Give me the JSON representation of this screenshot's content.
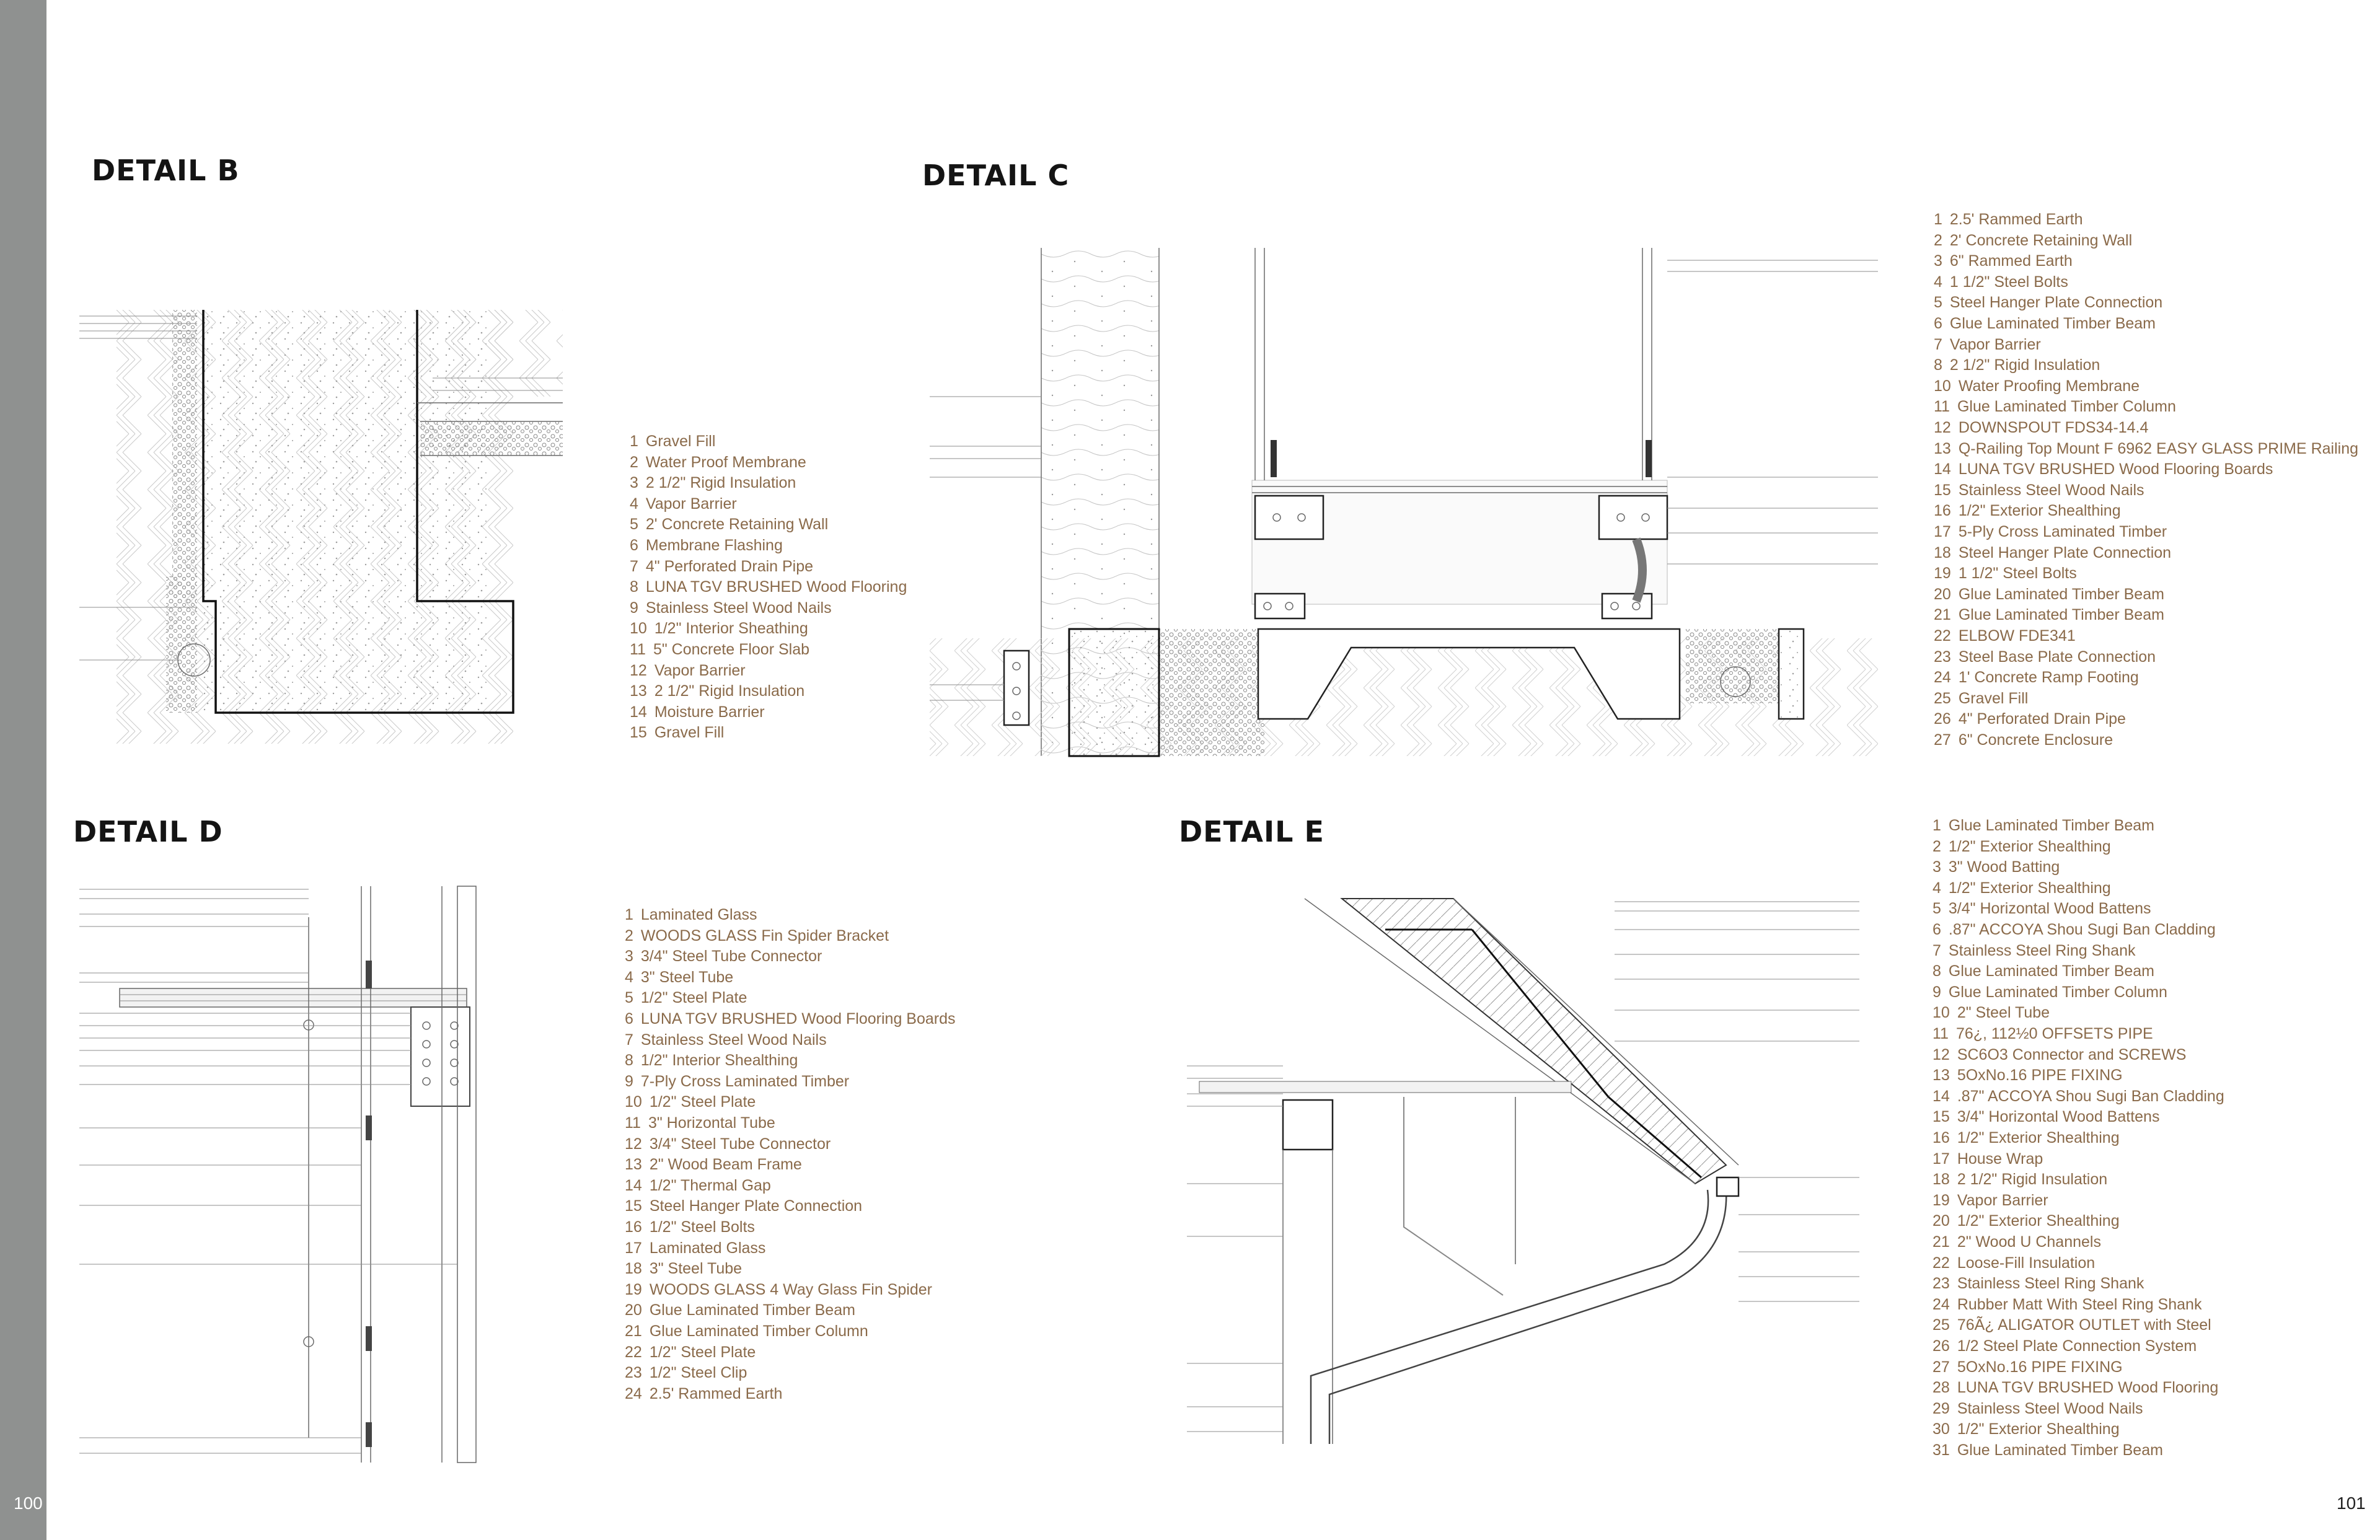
{
  "page": {
    "left_number": "100",
    "right_number": "101"
  },
  "details": {
    "b": {
      "title": "DETAIL B",
      "legend": [
        {
          "num": "1",
          "text": "Gravel Fill"
        },
        {
          "num": "2",
          "text": "Water Proof Membrane"
        },
        {
          "num": "3",
          "text": "2 1/2\" Rigid Insulation"
        },
        {
          "num": "4",
          "text": "Vapor Barrier"
        },
        {
          "num": "5",
          "text": "2' Concrete Retaining Wall"
        },
        {
          "num": "6",
          "text": "Membrane Flashing"
        },
        {
          "num": "7",
          "text": "4\" Perforated Drain Pipe"
        },
        {
          "num": "8",
          "text": "LUNA TGV BRUSHED Wood Flooring"
        },
        {
          "num": "9",
          "text": "Stainless Steel Wood Nails"
        },
        {
          "num": "10",
          "text": "1/2\" Interior Sheathing"
        },
        {
          "num": "11",
          "text": "5\" Concrete Floor Slab"
        },
        {
          "num": "12",
          "text": "Vapor Barrier"
        },
        {
          "num": "13",
          "text": "2 1/2\" Rigid Insulation"
        },
        {
          "num": "14",
          "text": "Moisture Barrier"
        },
        {
          "num": "15",
          "text": "Gravel Fill"
        }
      ]
    },
    "c": {
      "title": "DETAIL C",
      "legend": [
        {
          "num": "1",
          "text": "2.5' Rammed Earth"
        },
        {
          "num": "2",
          "text": "2' Concrete Retaining Wall"
        },
        {
          "num": "3",
          "text": "6\" Rammed Earth"
        },
        {
          "num": "4",
          "text": "1 1/2\" Steel Bolts"
        },
        {
          "num": "5",
          "text": "Steel Hanger Plate Connection"
        },
        {
          "num": "6",
          "text": "Glue Laminated Timber Beam"
        },
        {
          "num": "7",
          "text": "Vapor Barrier"
        },
        {
          "num": "8",
          "text": "2 1/2\" Rigid Insulation"
        },
        {
          "num": "10",
          "text": "Water Proofing Membrane"
        },
        {
          "num": "11",
          "text": "Glue Laminated Timber Column"
        },
        {
          "num": "12",
          "text": "DOWNSPOUT FDS34-14.4"
        },
        {
          "num": "13",
          "text": "Q-Railing Top Mount F 6962 EASY GLASS PRIME Railing"
        },
        {
          "num": "14",
          "text": "LUNA TGV BRUSHED Wood Flooring Boards"
        },
        {
          "num": "15",
          "text": "Stainless Steel Wood Nails"
        },
        {
          "num": "16",
          "text": "1/2\" Exterior Shealthing"
        },
        {
          "num": "17",
          "text": "5-Ply Cross Laminated Timber"
        },
        {
          "num": "18",
          "text": "Steel Hanger Plate Connection"
        },
        {
          "num": "19",
          "text": "1 1/2\" Steel Bolts"
        },
        {
          "num": "20",
          "text": "Glue Laminated Timber Beam"
        },
        {
          "num": "21",
          "text": "Glue Laminated Timber Beam"
        },
        {
          "num": "22",
          "text": "ELBOW FDE341"
        },
        {
          "num": "23",
          "text": "Steel Base Plate Connection"
        },
        {
          "num": "24",
          "text": "1' Concrete Ramp Footing"
        },
        {
          "num": "25",
          "text": "Gravel Fill"
        },
        {
          "num": "26",
          "text": "4\" Perforated Drain Pipe"
        },
        {
          "num": "27",
          "text": "6\" Concrete Enclosure"
        }
      ]
    },
    "d": {
      "title": "DETAIL D",
      "legend": [
        {
          "num": "1",
          "text": "Laminated Glass"
        },
        {
          "num": "2",
          "text": "WOODS GLASS Fin Spider Bracket"
        },
        {
          "num": "3",
          "text": "3/4\" Steel Tube Connector"
        },
        {
          "num": "4",
          "text": "3\" Steel Tube"
        },
        {
          "num": "5",
          "text": "1/2\" Steel Plate"
        },
        {
          "num": "6",
          "text": "LUNA TGV BRUSHED Wood Flooring Boards"
        },
        {
          "num": "7",
          "text": "Stainless Steel Wood Nails"
        },
        {
          "num": "8",
          "text": "1/2\" Interior Shealthing"
        },
        {
          "num": "9",
          "text": "7-Ply Cross Laminated Timber"
        },
        {
          "num": "10",
          "text": "1/2\" Steel Plate"
        },
        {
          "num": "11",
          "text": "3\" Horizontal Tube"
        },
        {
          "num": "12",
          "text": "3/4\" Steel Tube Connector"
        },
        {
          "num": "13",
          "text": "2\" Wood Beam Frame"
        },
        {
          "num": "14",
          "text": "1/2\" Thermal Gap"
        },
        {
          "num": "15",
          "text": "Steel Hanger Plate Connection"
        },
        {
          "num": "16",
          "text": "1/2\" Steel Bolts"
        },
        {
          "num": "17",
          "text": "Laminated Glass"
        },
        {
          "num": "18",
          "text": "3\" Steel Tube"
        },
        {
          "num": "19",
          "text": "WOODS GLASS 4 Way Glass Fin Spider"
        },
        {
          "num": "20",
          "text": "Glue Laminated Timber Beam"
        },
        {
          "num": "21",
          "text": "Glue Laminated Timber Column"
        },
        {
          "num": "22",
          "text": "1/2\" Steel Plate"
        },
        {
          "num": "23",
          "text": "1/2\" Steel Clip"
        },
        {
          "num": "24",
          "text": "2.5' Rammed Earth"
        }
      ]
    },
    "e": {
      "title": "DETAIL E",
      "legend": [
        {
          "num": "1",
          "text": "Glue Laminated Timber Beam"
        },
        {
          "num": "2",
          "text": "1/2\" Exterior Shealthing"
        },
        {
          "num": "3",
          "text": "3\" Wood Batting"
        },
        {
          "num": "4",
          "text": "1/2\" Exterior Shealthing"
        },
        {
          "num": "5",
          "text": "3/4\" Horizontal Wood Battens"
        },
        {
          "num": "6",
          "text": ".87\" ACCOYA Shou Sugi Ban Cladding"
        },
        {
          "num": "7",
          "text": "Stainless Steel Ring Shank"
        },
        {
          "num": "8",
          "text": "Glue Laminated Timber Beam"
        },
        {
          "num": "9",
          "text": "Glue Laminated Timber Column"
        },
        {
          "num": "10",
          "text": "2\" Steel Tube"
        },
        {
          "num": "11",
          "text": "76¿, 112½0 OFFSETS PIPE"
        },
        {
          "num": "12",
          "text": "SC6O3 Connector and SCREWS"
        },
        {
          "num": "13",
          "text": "5OxNo.16 PIPE FIXING"
        },
        {
          "num": "14",
          "text": ".87\" ACCOYA Shou Sugi Ban Cladding"
        },
        {
          "num": "15",
          "text": "3/4\" Horizontal Wood Battens"
        },
        {
          "num": "16",
          "text": "1/2\" Exterior Shealthing"
        },
        {
          "num": "17",
          "text": "House Wrap"
        },
        {
          "num": "18",
          "text": "2 1/2\" Rigid Insulation"
        },
        {
          "num": "19",
          "text": "Vapor Barrier"
        },
        {
          "num": "20",
          "text": "1/2\" Exterior Shealthing"
        },
        {
          "num": "21",
          "text": "2\" Wood U Channels"
        },
        {
          "num": "22",
          "text": "Loose-Fill Insulation"
        },
        {
          "num": "23",
          "text": "Stainless Steel Ring Shank"
        },
        {
          "num": "24",
          "text": "Rubber Matt With Steel Ring Shank"
        },
        {
          "num": "25",
          "text": "76Ã¿ ALIGATOR OUTLET with Steel"
        },
        {
          "num": "26",
          "text": "1/2 Steel Plate Connection System"
        },
        {
          "num": "27",
          "text": "5OxNo.16 PIPE FIXING"
        },
        {
          "num": "28",
          "text": "LUNA TGV BRUSHED Wood Flooring"
        },
        {
          "num": "29",
          "text": "Stainless Steel Wood Nails"
        },
        {
          "num": "30",
          "text": "1/2\" Exterior Shealthing"
        },
        {
          "num": "31",
          "text": "Glue Laminated Timber Beam"
        }
      ]
    }
  }
}
